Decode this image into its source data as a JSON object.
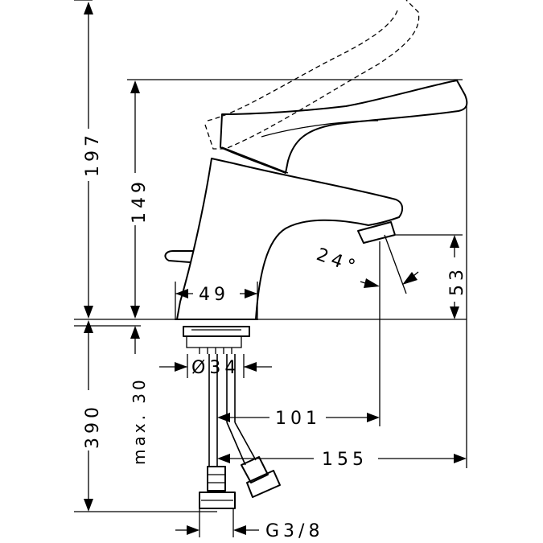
{
  "dimensions": {
    "total_height": "197",
    "body_height": "149",
    "below_deck": "390",
    "max_deck": "max. 30",
    "base_width": "49",
    "diameter": "Ø34",
    "spout_height": "53",
    "spout_angle": "24°",
    "spout_reach": "101",
    "total_reach": "155",
    "thread": "G3/8"
  }
}
